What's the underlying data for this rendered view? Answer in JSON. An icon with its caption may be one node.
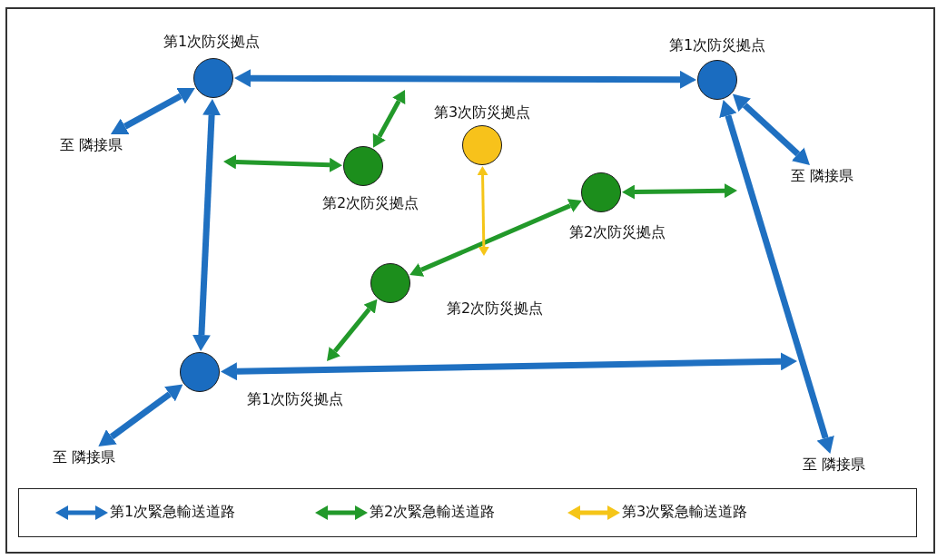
{
  "diagram": {
    "nodes": [
      {
        "text": [
          "第1次防災拠点"
        ]
      },
      {
        "text": [
          "第1次防災拠点"
        ]
      },
      {
        "text": [
          "第3次防災拠点"
        ]
      },
      {
        "text": [
          "第2次防災拠点"
        ]
      },
      {
        "text": [
          "第2次防災拠点"
        ]
      },
      {
        "text": [
          "第2次防災拠点"
        ]
      },
      {
        "text": [
          "第1次防災拠点"
        ]
      },
      {
        "text": [
          "至 隣接県"
        ]
      },
      {
        "text": [
          "至 隣接県"
        ]
      },
      {
        "text": [
          "至 隣接県"
        ]
      },
      {
        "text": [
          "至 隣接県"
        ]
      }
    ],
    "edges": [
      {
        "from": 0,
        "to": 1,
        "arrow": "both"
      },
      {
        "from": 0,
        "to": 6,
        "arrow": "both"
      },
      {
        "from": 0,
        "to": 7,
        "arrow": "both"
      },
      {
        "from": 1,
        "to": 8,
        "arrow": "both"
      },
      {
        "from": 1,
        "to": 10,
        "arrow": "both"
      },
      {
        "from": 6,
        "to": 9,
        "arrow": "both"
      },
      {
        "from": 6,
        "to": null,
        "arrow": "both"
      },
      {
        "from": 3,
        "to": null,
        "arrow": "both",
        "color": "#22992a"
      },
      {
        "from": 3,
        "to": null,
        "arrow": "both",
        "color": "#22992a"
      },
      {
        "from": 4,
        "to": null,
        "arrow": "both",
        "color": "#22992a"
      },
      {
        "from": 5,
        "to": 4,
        "arrow": "both",
        "color": "#22992a"
      },
      {
        "from": 5,
        "to": null,
        "arrow": "both",
        "color": "#22992a"
      },
      {
        "from": 2,
        "to": null,
        "arrow": "both",
        "color": "#f5c518"
      }
    ],
    "legend": [
      {
        "text": "第1次緊急輸送道路"
      },
      {
        "text": "第2次緊急輸送道路"
      },
      {
        "text": "第3次緊急輸送道路"
      }
    ]
  }
}
